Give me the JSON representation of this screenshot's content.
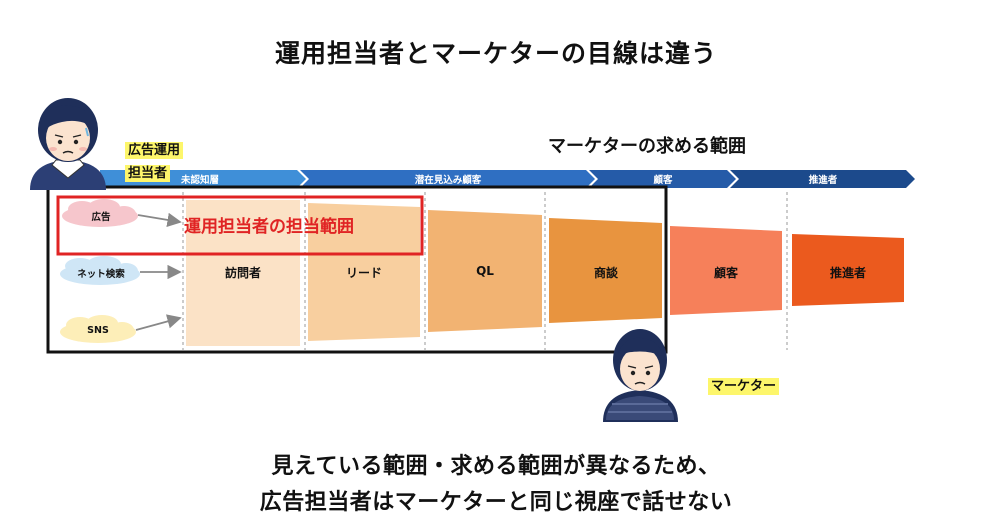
{
  "title": "運用担当者とマーケターの目線は違う",
  "marketer_scope_label": "マーケターの求める範囲",
  "ad_operator_tag": [
    "広告運用",
    "担当者"
  ],
  "marketer_tag": "マーケター",
  "operator_scope_label": "運用担当者の担当範囲",
  "phase_bar": [
    {
      "label": "未認知層",
      "color": "#3f8fd8"
    },
    {
      "label": "潜在見込み顧客",
      "color": "#2f6fc2"
    },
    {
      "label": "顧客",
      "color": "#255ba8"
    },
    {
      "label": "推進者",
      "color": "#1c4a8c"
    }
  ],
  "sources": [
    {
      "label": "広告",
      "color": "#f6c6cc"
    },
    {
      "label": "ネット検索",
      "color": "#cfe6f6"
    },
    {
      "label": "SNS",
      "color": "#fdeeb8"
    }
  ],
  "funnel_stages": [
    {
      "label": "訪問者",
      "color": "#fbe2c6"
    },
    {
      "label": "リード",
      "color": "#f8cf9f"
    },
    {
      "label": "QL",
      "color": "#f2b372"
    },
    {
      "label": "商談",
      "color": "#e8943f"
    },
    {
      "label": "顧客",
      "color": "#f6805a"
    },
    {
      "label": "推進者",
      "color": "#eb5a1e"
    }
  ],
  "conclusion": [
    "見えている範囲・求める範囲が異なるため、",
    "広告担当者はマーケターと同じ視座で話せない"
  ]
}
